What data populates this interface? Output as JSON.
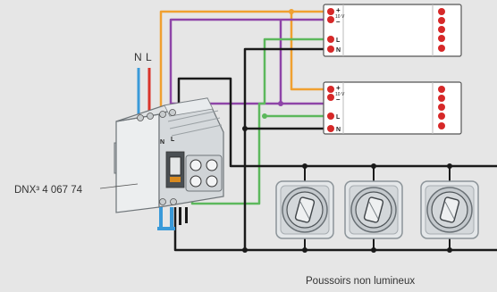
{
  "labels": {
    "neutral": "N",
    "line": "L",
    "device_ref": "DNX³  4 067 74",
    "caption": "Poussoirs non lumineux"
  },
  "module_terminals": {
    "plus": "+",
    "minus": "–",
    "voltage": "10 V",
    "line": "L",
    "neutral": "N"
  },
  "device_terminals": {
    "neutral": "N",
    "line": "L"
  },
  "colors": {
    "background": "#e6e6e6",
    "wire_blue": "#3a9ad9",
    "wire_red": "#d9342b",
    "wire_orange": "#f0a030",
    "wire_purple": "#8e44a8",
    "wire_green": "#5cb85c",
    "wire_black": "#1a1a1a",
    "terminal_red": "#d62828"
  }
}
